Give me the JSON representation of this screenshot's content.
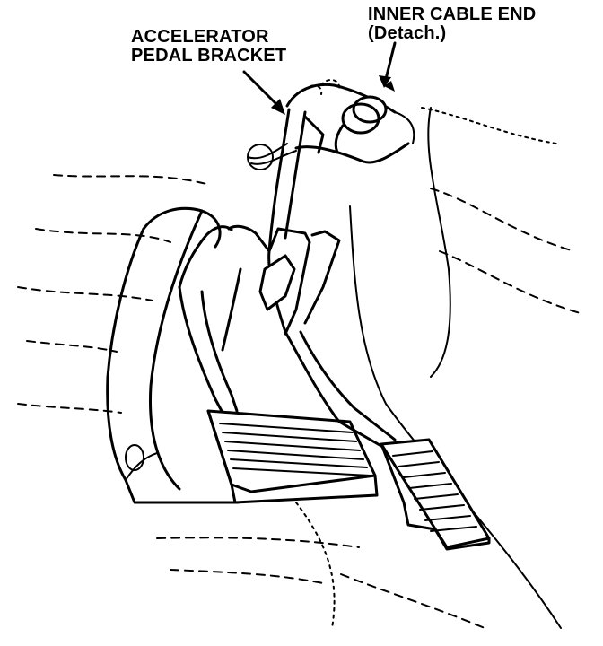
{
  "labels": {
    "inner_cable_end_line1": "INNER CABLE END",
    "inner_cable_end_line2": "(Detach.)",
    "bracket_line1": "ACCELERATOR",
    "bracket_line2": "PEDAL BRACKET"
  },
  "colors": {
    "ink": "#000000",
    "paper": "#ffffff"
  }
}
